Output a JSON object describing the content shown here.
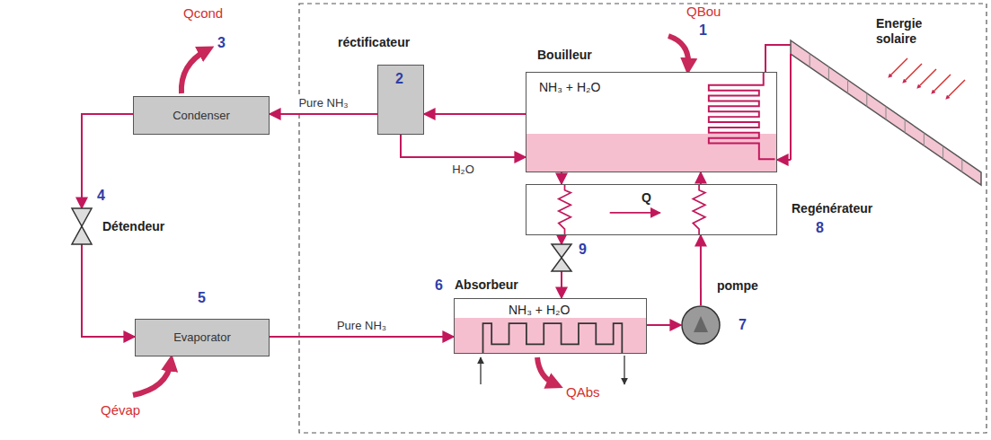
{
  "diagram": {
    "nodes": [
      {
        "text": [
          "Condenser"
        ]
      },
      {
        "text": [
          "réctificateur"
        ]
      },
      {
        "text": [
          "Bouilleur",
          "NH₃ + H₂O"
        ]
      },
      {
        "text": [
          "Regénérateur"
        ]
      },
      {
        "text": [
          "Détendeur"
        ]
      },
      {
        "text": [
          "Evaporator"
        ]
      },
      {
        "text": [
          "Absorbeur",
          "NH₃ + H₂O"
        ]
      },
      {
        "text": [
          "pompe"
        ]
      },
      {
        "text": [
          "9"
        ]
      },
      {
        "text": [
          "Energie solaire"
        ]
      }
    ],
    "edges": [
      {
        "from": 2,
        "to": 1,
        "arrow": "to"
      },
      {
        "from": 1,
        "to": 0,
        "label": "Pure NH₃",
        "arrow": "to"
      },
      {
        "from": 1,
        "to": 2,
        "label": "H₂O",
        "arrow": "to"
      },
      {
        "from": 0,
        "to": 4,
        "arrow": "to"
      },
      {
        "from": 4,
        "to": 5,
        "arrow": "to"
      },
      {
        "from": 5,
        "to": 6,
        "label": "Pure NH₃",
        "arrow": "to"
      },
      {
        "from": 6,
        "to": 7,
        "arrow": "to"
      },
      {
        "from": 7,
        "to": 3,
        "arrow": "to"
      },
      {
        "from": 3,
        "to": 2,
        "arrow": "to"
      },
      {
        "from": 2,
        "to": 3,
        "arrow": "to"
      },
      {
        "from": 3,
        "to": 8,
        "arrow": "to"
      },
      {
        "from": 8,
        "to": 6,
        "arrow": "to"
      },
      {
        "from": 9,
        "to": 2,
        "arrow": "to"
      }
    ],
    "labels": [
      "Qcond",
      "3",
      "2",
      "QBou",
      "1",
      "Q",
      "8",
      "4",
      "5",
      "6",
      "7",
      "Qévap",
      "QAbs"
    ]
  }
}
